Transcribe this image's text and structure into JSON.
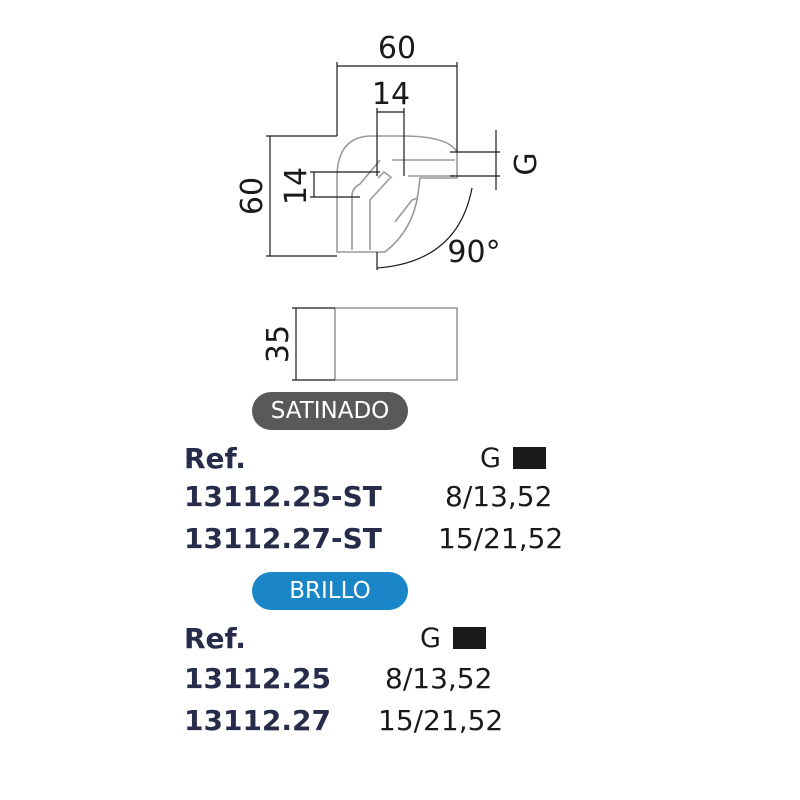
{
  "drawing": {
    "top_view": {
      "width_label": "60",
      "height_label": "60",
      "inner_width_label": "14",
      "inner_height_label": "14",
      "glass_label": "G",
      "angle_label": "90°"
    },
    "side_view": {
      "height_label": "35"
    }
  },
  "satinado": {
    "badge": "SATINADO",
    "ref_label": "Ref.",
    "g_label": "G",
    "rows": [
      {
        "ref": "13112.25-ST",
        "g": "8/13,52"
      },
      {
        "ref": "13112.27-ST",
        "g": "15/21,52"
      }
    ]
  },
  "brillo": {
    "badge": "BRILLO",
    "ref_label": "Ref.",
    "g_label": "G",
    "rows": [
      {
        "ref": "13112.25",
        "g": "8/13,52"
      },
      {
        "ref": "13112.27",
        "g": "15/21,52"
      }
    ]
  },
  "colors": {
    "satinado_badge": "#595959",
    "brillo_badge": "#1a86c8",
    "ref_text": "#262c4a",
    "line": "#1a1a1a",
    "part_outline": "#9a9a9a"
  }
}
